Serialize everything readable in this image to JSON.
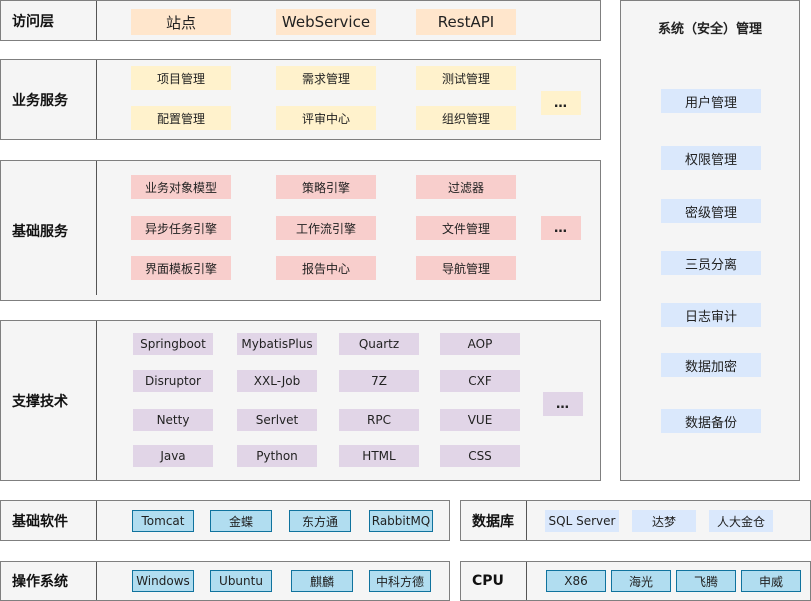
{
  "access": {
    "label": "访问层",
    "items": [
      "站点",
      "WebService",
      "RestAPI"
    ]
  },
  "business": {
    "label": "业务服务",
    "items": [
      "项目管理",
      "需求管理",
      "测试管理",
      "配置管理",
      "评审中心",
      "组织管理"
    ],
    "more": "…"
  },
  "basic_services": {
    "label": "基础服务",
    "items": [
      "业务对象模型",
      "策略引擎",
      "过滤器",
      "异步任务引擎",
      "工作流引擎",
      "文件管理",
      "界面模板引擎",
      "报告中心",
      "导航管理"
    ],
    "more": "…"
  },
  "support": {
    "label": "支撑技术",
    "items": [
      "Springboot",
      "MybatisPlus",
      "Quartz",
      "AOP",
      "Disruptor",
      "XXL-Job",
      "7Z",
      "CXF",
      "Netty",
      "Serlvet",
      "RPC",
      "VUE",
      "Java",
      "Python",
      "HTML",
      "CSS"
    ],
    "more": "…"
  },
  "system": {
    "title": "系统（安全）管理",
    "items": [
      "用户管理",
      "权限管理",
      "密级管理",
      "三员分离",
      "日志审计",
      "数据加密",
      "数据备份"
    ]
  },
  "base_software": {
    "label": "基础软件",
    "items": [
      "Tomcat",
      "金蝶",
      "东方通",
      "RabbitMQ"
    ]
  },
  "database": {
    "label": "数据库",
    "items": [
      "SQL Server",
      "达梦",
      "人大金仓"
    ]
  },
  "os": {
    "label": "操作系统",
    "items": [
      "Windows",
      "Ubuntu",
      "麒麟",
      "中科方德"
    ]
  },
  "cpu": {
    "label": "CPU",
    "items": [
      "X86",
      "海光",
      "飞腾",
      "申威"
    ]
  },
  "colors": {
    "access": "#ffe6cc",
    "business": "#fff2cc",
    "basic": "#f8cecc",
    "support": "#e1d5e7",
    "system": "#dae8fc",
    "infra": "#b1ddf0"
  }
}
